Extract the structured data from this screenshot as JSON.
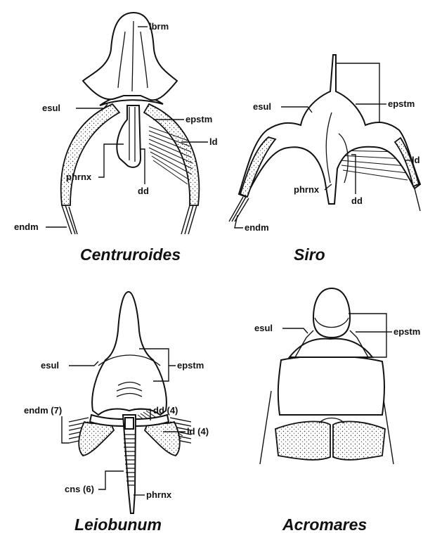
{
  "panels": [
    {
      "caption": "Centruroides",
      "labels": {
        "lbrm": "lbrm",
        "esul": "esul",
        "epstm": "epstm",
        "ld": "ld",
        "phrnx": "phrnx",
        "dd": "dd",
        "endm": "endm"
      }
    },
    {
      "caption": "Siro",
      "labels": {
        "esul": "esul",
        "epstm": "epstm",
        "ld": "ld",
        "phrnx": "phrnx",
        "dd": "dd",
        "endm": "endm"
      }
    },
    {
      "caption": "Leiobunum",
      "labels": {
        "esul": "esul",
        "epstm": "epstm",
        "dd": "dd (4)",
        "endm": "endm (7)",
        "ld": "ld (4)",
        "cns": "cns (6)",
        "phrnx": "phrnx"
      }
    },
    {
      "caption": "Acromares",
      "labels": {
        "esul": "esul",
        "epstm": "epstm"
      }
    }
  ],
  "colors": {
    "ink": "#111111",
    "background": "#ffffff"
  }
}
